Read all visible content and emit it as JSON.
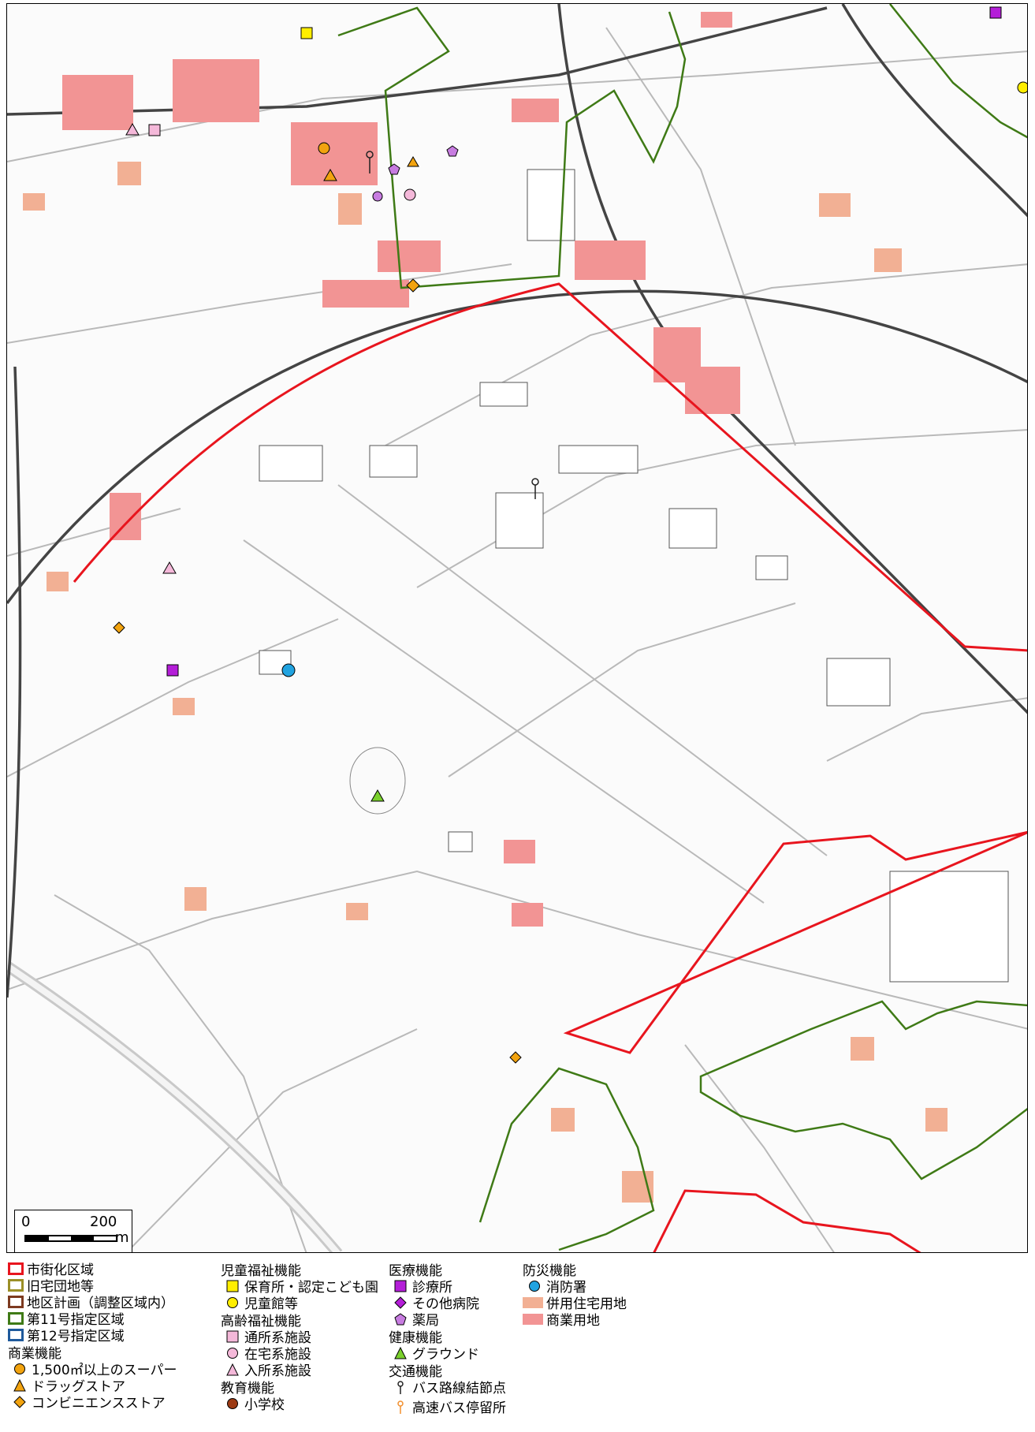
{
  "scale": {
    "zero_label": "0",
    "distance_label": "200",
    "unit": "m"
  },
  "legend": {
    "col1": [
      {
        "label": "市街化区域",
        "color": "#e8151e",
        "kind": "area-outline"
      },
      {
        "label": "旧宅団地等",
        "color": "#9b8f27",
        "kind": "area-outline"
      },
      {
        "label": "地区計画（調整区域内）",
        "color": "#7d3a20",
        "kind": "area-outline"
      },
      {
        "label": "第11号指定区域",
        "color": "#3f7a16",
        "kind": "area-outline"
      },
      {
        "label": "第12号指定区域",
        "color": "#1f5a9c",
        "kind": "area-outline"
      }
    ],
    "commerce": {
      "heading": "商業機能",
      "items": [
        {
          "label": "1,500㎡以上のスーパー",
          "icon": "circle",
          "color": "#f2a30f"
        },
        {
          "label": "ドラッグストア",
          "icon": "triangle",
          "color": "#f2a30f"
        },
        {
          "label": "コンビニエンスストア",
          "icon": "diamond",
          "color": "#f2a30f"
        }
      ]
    },
    "child_welfare": {
      "heading": "児童福祉機能",
      "items": [
        {
          "label": "保育所・認定こども園",
          "icon": "square",
          "color": "#ffee00"
        },
        {
          "label": "児童館等",
          "icon": "circle",
          "color": "#ffee00"
        }
      ]
    },
    "elderly_welfare": {
      "heading": "高齢福祉機能",
      "items": [
        {
          "label": "通所系施設",
          "icon": "square",
          "color": "#f4b8d9"
        },
        {
          "label": "在宅系施設",
          "icon": "circle",
          "color": "#f4b8d9"
        },
        {
          "label": "入所系施設",
          "icon": "triangle",
          "color": "#f4b8d9"
        }
      ]
    },
    "education": {
      "heading": "教育機能",
      "items": [
        {
          "label": "小学校",
          "icon": "circle",
          "color": "#9c3a14"
        }
      ]
    },
    "medical": {
      "heading": "医療機能",
      "items": [
        {
          "label": "診療所",
          "icon": "square",
          "color": "#b41ed8"
        },
        {
          "label": "その他病院",
          "icon": "diamond",
          "color": "#b41ed8"
        },
        {
          "label": "薬局",
          "icon": "pentagon",
          "color": "#c77ce0"
        }
      ]
    },
    "health": {
      "heading": "健康機能",
      "items": [
        {
          "label": "グラウンド",
          "icon": "triangle",
          "color": "#7ad02c"
        }
      ]
    },
    "transport": {
      "heading": "交通機能",
      "items": [
        {
          "label": "バス路線結節点",
          "icon": "pin",
          "color": "#222222"
        },
        {
          "label": "高速バス停留所",
          "icon": "pin",
          "color": "#f2902f"
        }
      ]
    },
    "disaster": {
      "heading": "防災機能",
      "items": [
        {
          "label": "消防署",
          "icon": "circle",
          "color": "#21a3e0"
        }
      ]
    },
    "landuse": [
      {
        "label": "併用住宅用地",
        "color": "#f2b094"
      },
      {
        "label": "商業用地",
        "color": "#f29494"
      }
    ]
  }
}
